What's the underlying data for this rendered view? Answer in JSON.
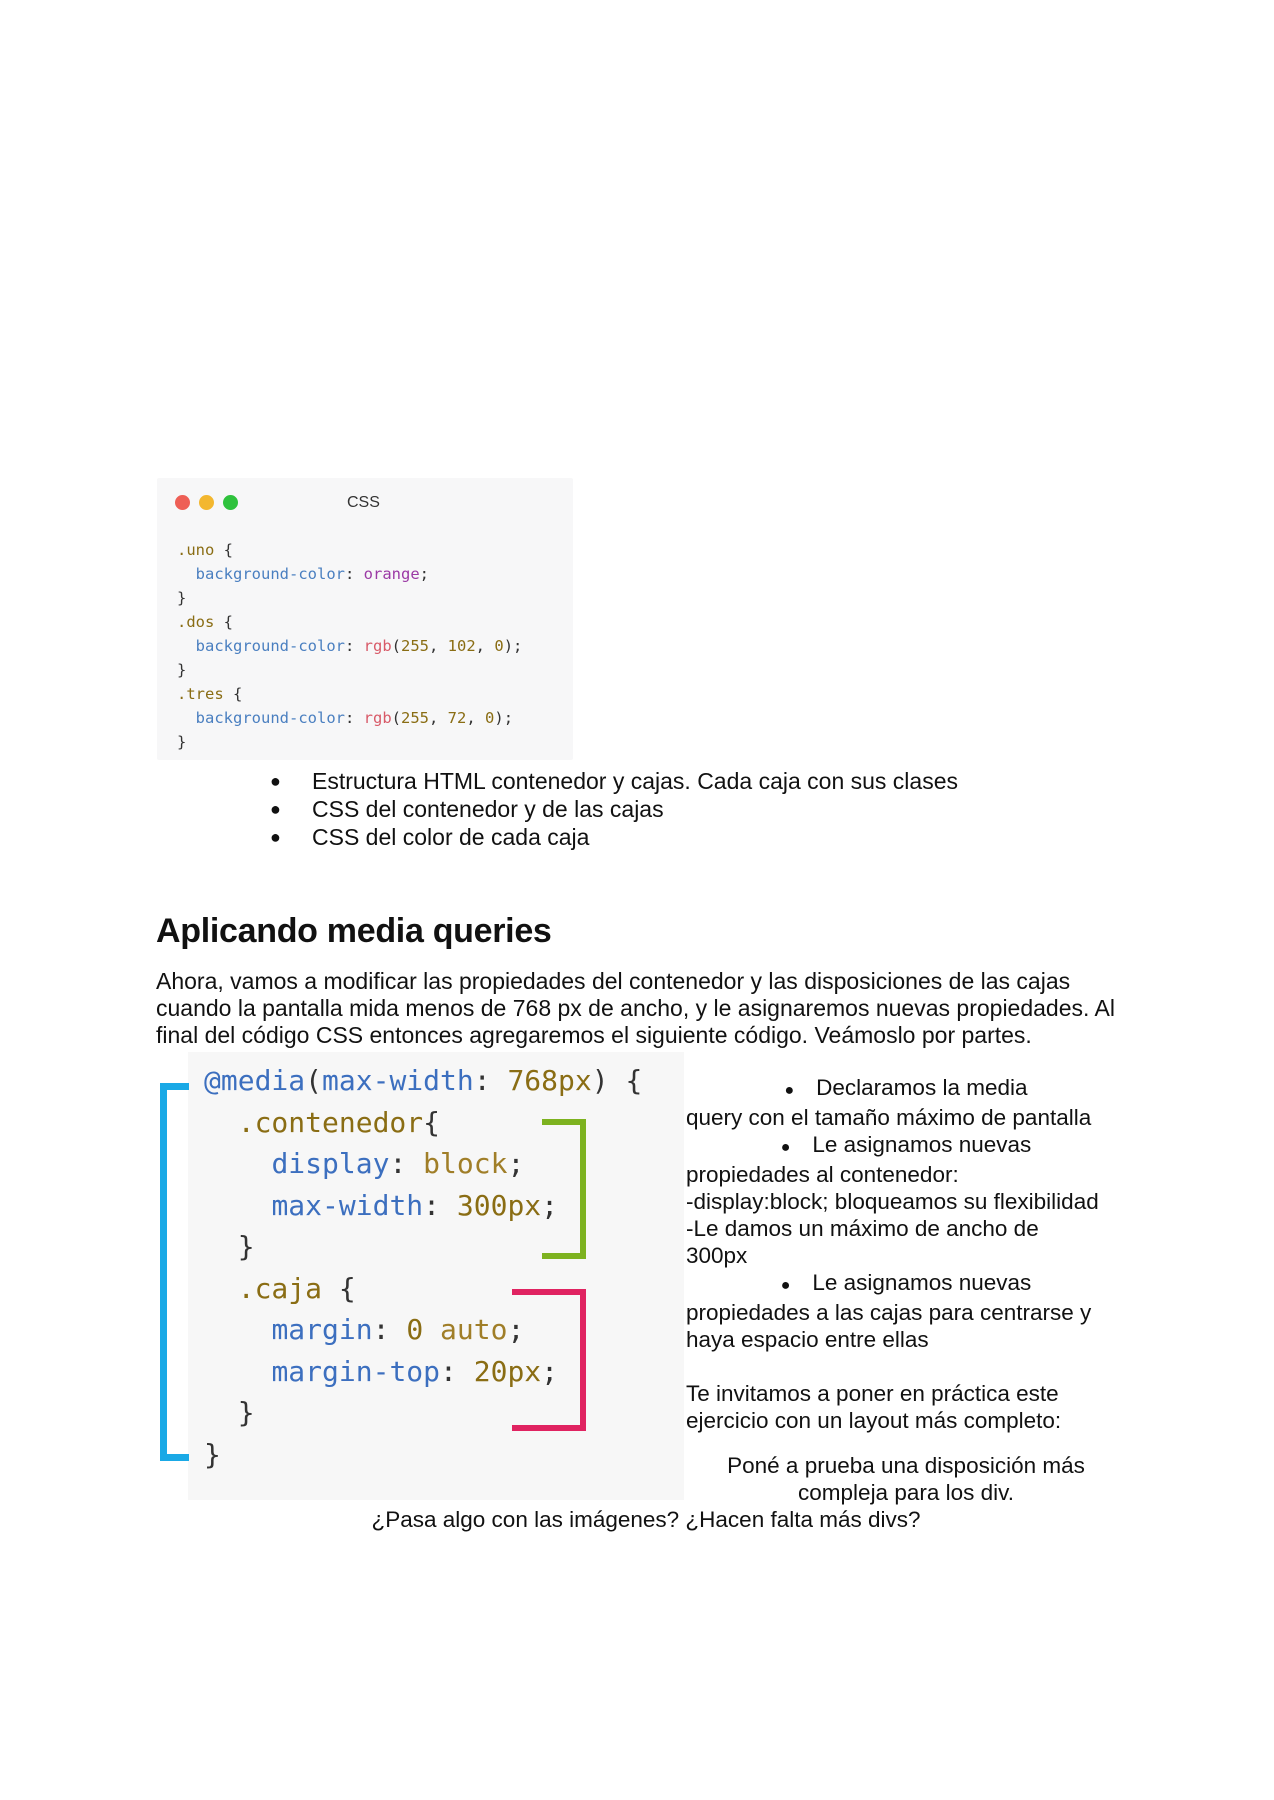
{
  "code_card": {
    "title": "CSS",
    "lines": [
      {
        "sel": ".uno",
        "open": " {"
      },
      {
        "prop": "background-color",
        "val": "orange"
      },
      {
        "close": "}"
      },
      {
        "sel": ".dos",
        "open": " {"
      },
      {
        "prop": "background-color",
        "fn": "rgb",
        "args": [
          "255",
          "102",
          "0"
        ]
      },
      {
        "close": "}"
      },
      {
        "sel": ".tres",
        "open": " {"
      },
      {
        "prop": "background-color",
        "fn": "rgb",
        "args": [
          "255",
          "72",
          "0"
        ]
      },
      {
        "close": "}"
      }
    ]
  },
  "bullets": [
    "Estructura HTML contenedor y cajas. Cada caja con sus clases",
    "CSS del contenedor y de las cajas",
    "CSS del color de cada caja"
  ],
  "heading": "Aplicando media queries",
  "paragraph": "Ahora, vamos a modificar las propiedades del contenedor y las disposiciones de las cajas cuando la pantalla mida menos de 768 px de ancho, y le asignaremos nuevas propiedades. Al final del código CSS entonces agregaremos el siguiente código. Veámoslo por partes.",
  "media_code": {
    "at": "@media",
    "cond_prop": "max-width",
    "cond_val": "768px",
    "contenedor_sel": ".contenedor",
    "contenedor_props": [
      {
        "prop": "display",
        "val": "block"
      },
      {
        "prop": "max-width",
        "val": "300px"
      }
    ],
    "caja_sel": ".caja",
    "caja_props": [
      {
        "prop": "margin",
        "val1": "0",
        "val2": "auto"
      },
      {
        "prop": "margin-top",
        "val": "20px"
      }
    ]
  },
  "side": {
    "b1_first": "Declaramos la media",
    "b1_rest": "query con el tamaño máximo de pantalla",
    "b2_first": "Le asignamos nuevas",
    "b2_rest": "propiedades al contenedor:",
    "b2_l1": "-display:block; bloqueamos su flexibilidad",
    "b2_l2": "-Le damos un máximo de ancho de",
    "b2_l3": "300px",
    "b3_first": "Le asignamos nuevas",
    "b3_rest": "propiedades a las cajas para centrarse y haya espacio entre ellas",
    "invite": "Te invitamos a poner en práctica este ejercicio con un layout más completo:",
    "proof1": "Poné a prueba una disposición más",
    "proof2": "compleja para los div."
  },
  "question": "¿Pasa algo con las imágenes? ¿Hacen falta más divs?"
}
